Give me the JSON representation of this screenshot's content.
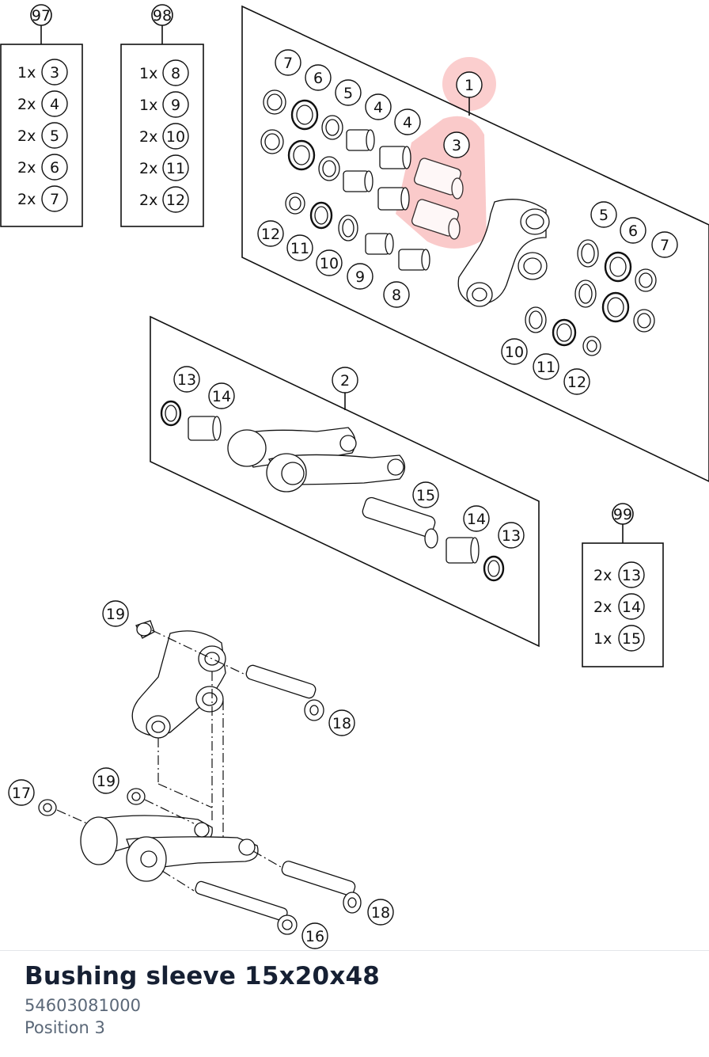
{
  "part": {
    "title": "Bushing sleeve 15x20x48",
    "number": "54603081000",
    "position": "Position 3"
  },
  "highlight": {
    "color": "#f05050",
    "callouts": [
      "1",
      "3"
    ]
  },
  "kits": [
    {
      "id": "97",
      "rows": [
        {
          "qty": "1x",
          "ref": "3"
        },
        {
          "qty": "2x",
          "ref": "4"
        },
        {
          "qty": "2x",
          "ref": "5"
        },
        {
          "qty": "2x",
          "ref": "6"
        },
        {
          "qty": "2x",
          "ref": "7"
        }
      ]
    },
    {
      "id": "98",
      "rows": [
        {
          "qty": "1x",
          "ref": "8"
        },
        {
          "qty": "1x",
          "ref": "9"
        },
        {
          "qty": "2x",
          "ref": "10"
        },
        {
          "qty": "2x",
          "ref": "11"
        },
        {
          "qty": "2x",
          "ref": "12"
        }
      ]
    },
    {
      "id": "99",
      "rows": [
        {
          "qty": "2x",
          "ref": "13"
        },
        {
          "qty": "2x",
          "ref": "14"
        },
        {
          "qty": "1x",
          "ref": "15"
        }
      ]
    }
  ],
  "callouts": [
    "1",
    "3",
    "7",
    "6",
    "5",
    "4",
    "4",
    "12",
    "11",
    "10",
    "9",
    "8",
    "5",
    "6",
    "7",
    "10",
    "11",
    "12",
    "2",
    "13",
    "14",
    "15",
    "14",
    "13",
    "19",
    "18",
    "17",
    "19",
    "18",
    "16"
  ]
}
